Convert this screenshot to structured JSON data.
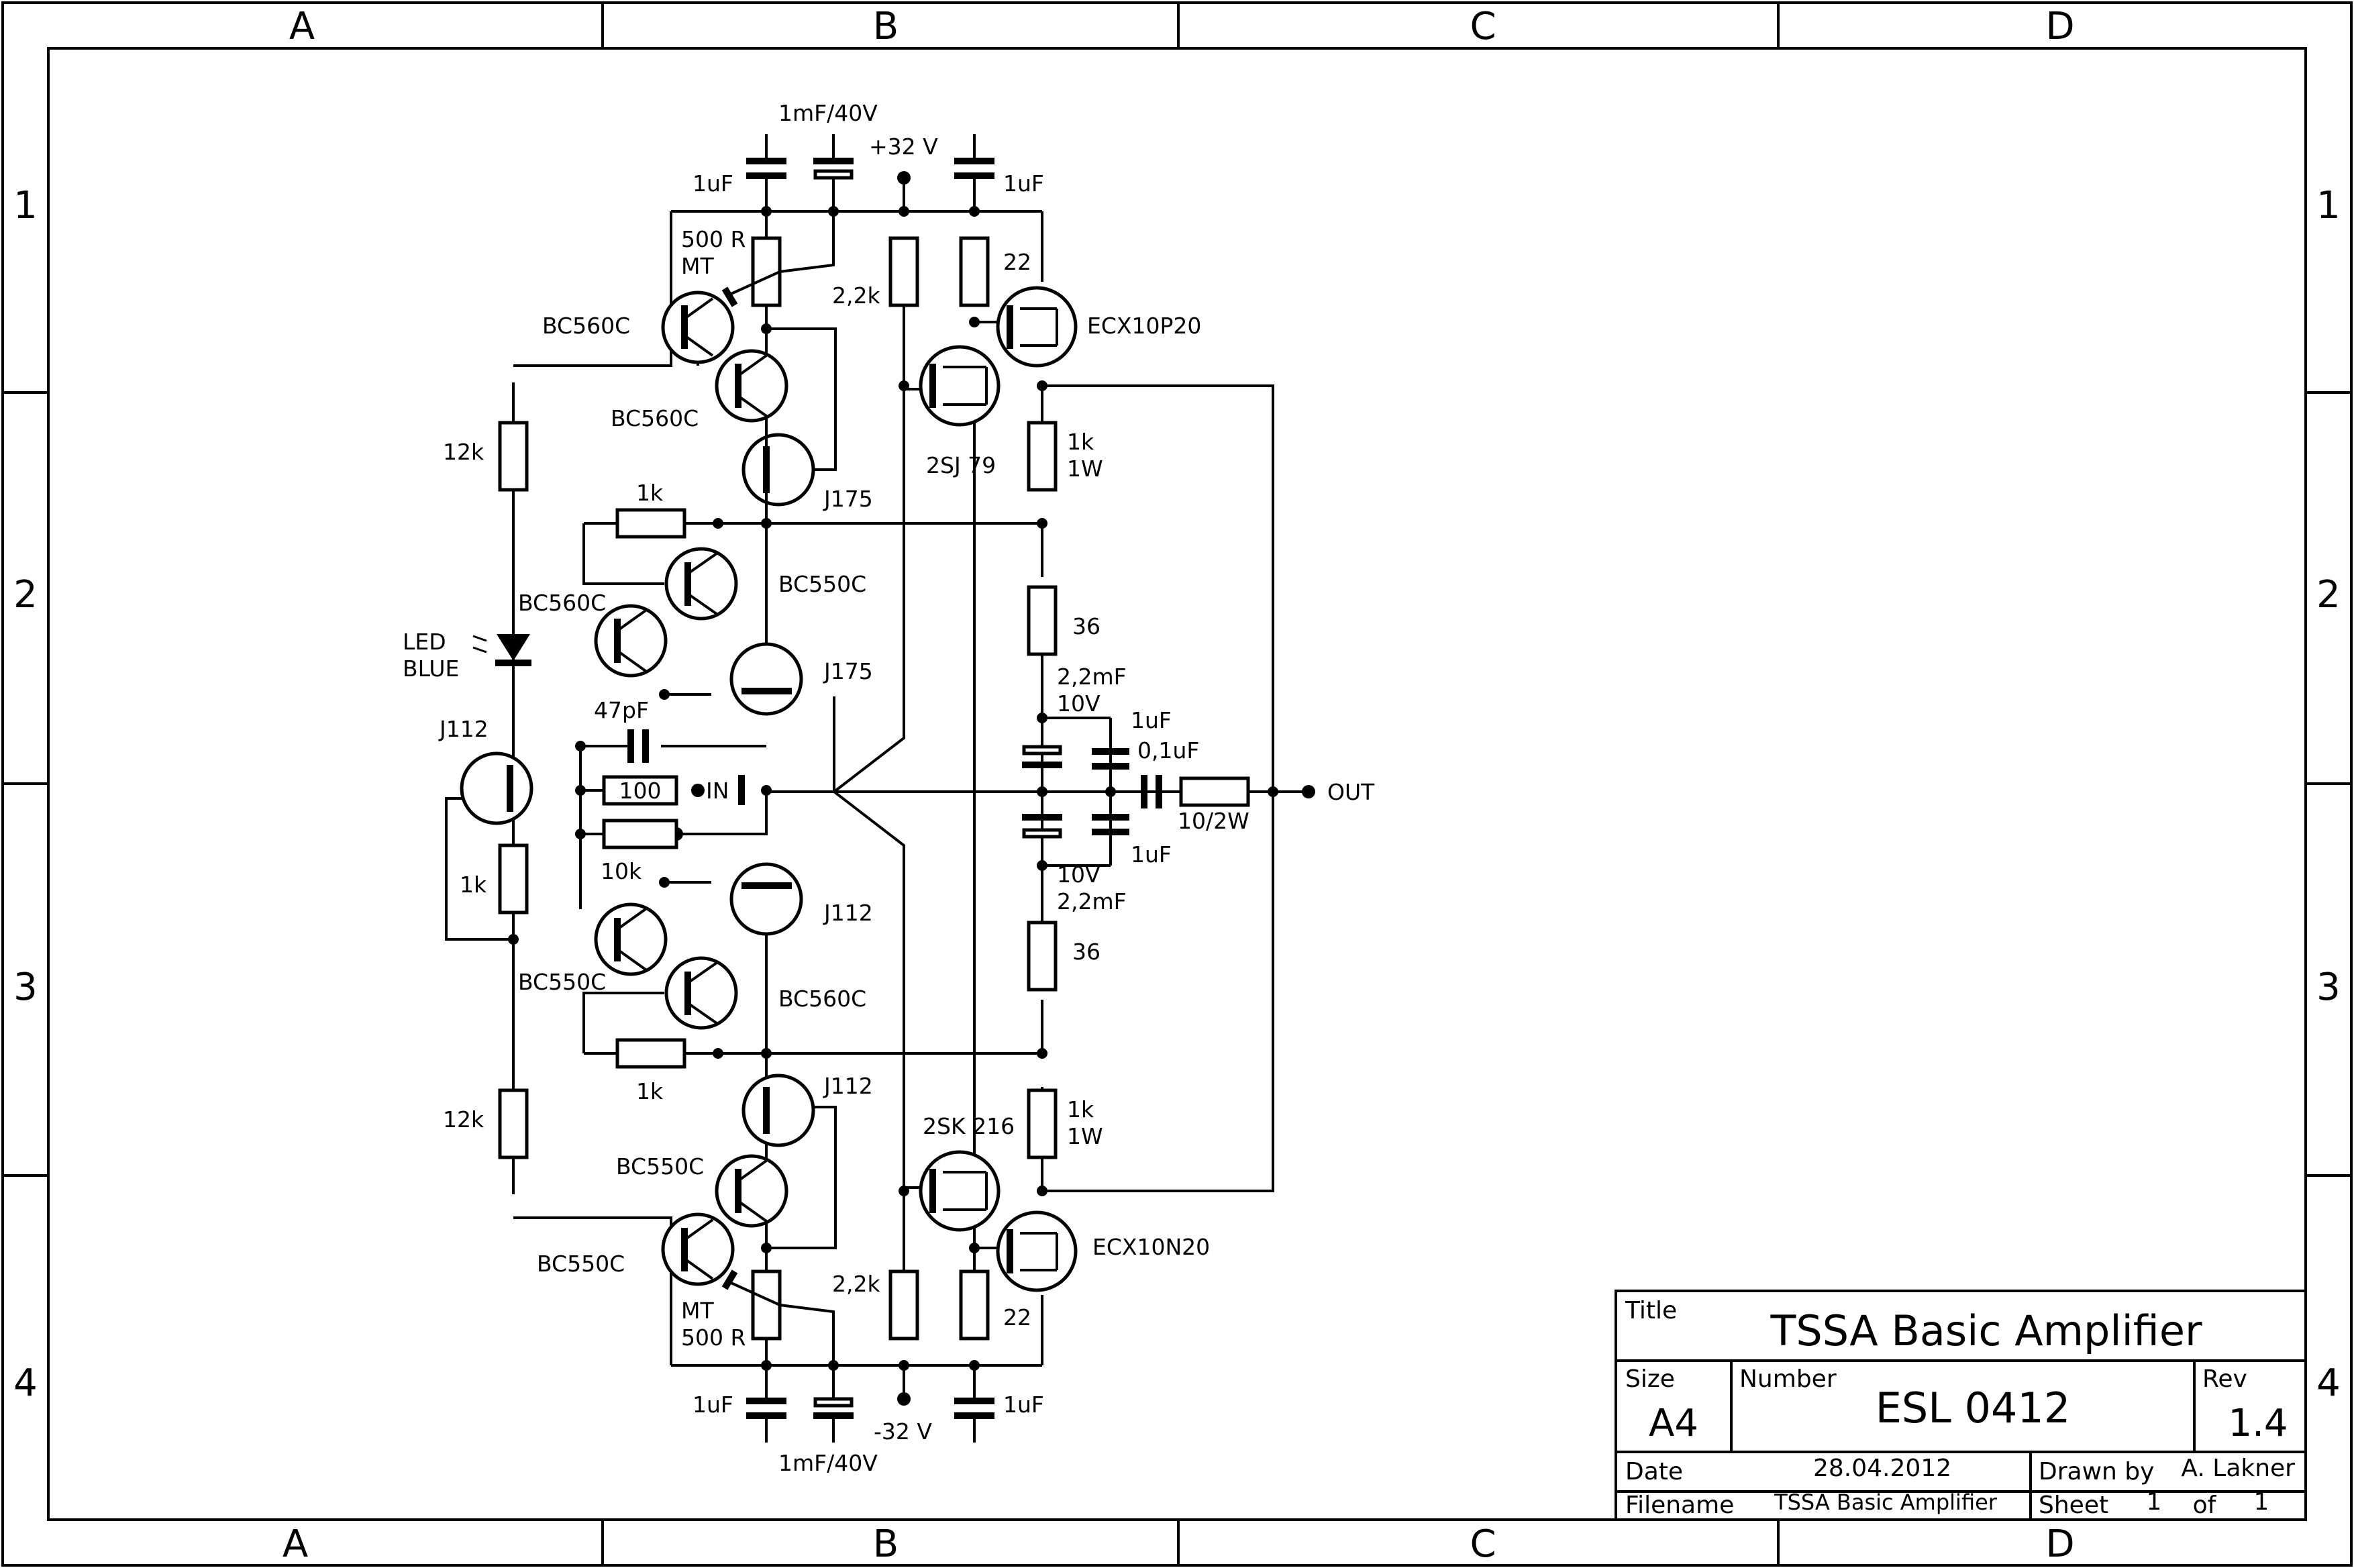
{
  "grid": {
    "columns": [
      "A",
      "B",
      "C",
      "D"
    ],
    "rows": [
      "1",
      "2",
      "3",
      "4"
    ]
  },
  "title_block": {
    "title_label": "Title",
    "title": "TSSA Basic Amplifier",
    "size_label": "Size",
    "size": "A4",
    "number_label": "Number",
    "number": "ESL 0412",
    "rev_label": "Rev",
    "rev": "1.4",
    "date_label": "Date",
    "date": "28.04.2012",
    "drawn_by_label": "Drawn by",
    "drawn_by": "A. Lakner",
    "filename_label": "Filename",
    "filename": "TSSA Basic Amplifier",
    "sheet_label": "Sheet",
    "sheet": "1",
    "of_label": "of",
    "sheet_total": "1"
  },
  "labels": {
    "cap_1mf_top": "1mF/40V",
    "vplus": "+32 V",
    "cap_1uf_tl": "1uF",
    "cap_1uf_tr": "1uF",
    "trim_top": "500 R",
    "trim_top_mt": "MT",
    "r_2k2_top": "2,2k",
    "r_22_top": "22",
    "q_bc560c_1": "BC560C",
    "q_bc560c_2": "BC560C",
    "q_ecx10p20": "ECX10P20",
    "q_2sj79": "2SJ 79",
    "r_12k_top": "12k",
    "q_j175_1": "J175",
    "r_1k_1w_top": "1k",
    "r_1k_1w_top_w": "1W",
    "r_1k_a": "1k",
    "q_bc550c_1": "BC550C",
    "q_bc560c_3": "BC560C",
    "led": "LED",
    "led_blue": "BLUE",
    "r_36_top": "36",
    "q_j175_2": "J175",
    "cap_2m2_top": "2,2mF",
    "cap_2m2_top_v": "10V",
    "q_j112_1": "J112",
    "cap_47pf": "47pF",
    "cap_1uf_mid": "1uF",
    "cap_0u1": "0,1uF",
    "r_100": "100",
    "in": "IN",
    "out": "OUT",
    "r_10_2w": "10/2W",
    "r_10k": "10k",
    "cap_1uf_mid2": "1uF",
    "cap_2m2_bot_v": "10V",
    "cap_2m2_bot": "2,2mF",
    "r_1k_left": "1k",
    "q_j112_2": "J112",
    "q_bc550c_2": "BC550C",
    "r_36_bot": "36",
    "q_bc560c_4": "BC560C",
    "r_1k_b": "1k",
    "q_j112_3": "J112",
    "r_12k_bot": "12k",
    "q_2sk216": "2SK 216",
    "r_1k_1w_bot": "1k",
    "r_1k_1w_bot_w": "1W",
    "q_bc550c_3": "BC550C",
    "q_ecx10n20": "ECX10N20",
    "q_bc550c_4": "BC550C",
    "r_2k2_bot": "2,2k",
    "trim_bot_mt": "MT",
    "trim_bot": "500 R",
    "r_22_bot": "22",
    "cap_1uf_bl": "1uF",
    "vminus": "-32 V",
    "cap_1uf_br": "1uF",
    "cap_1mf_bot": "1mF/40V"
  }
}
